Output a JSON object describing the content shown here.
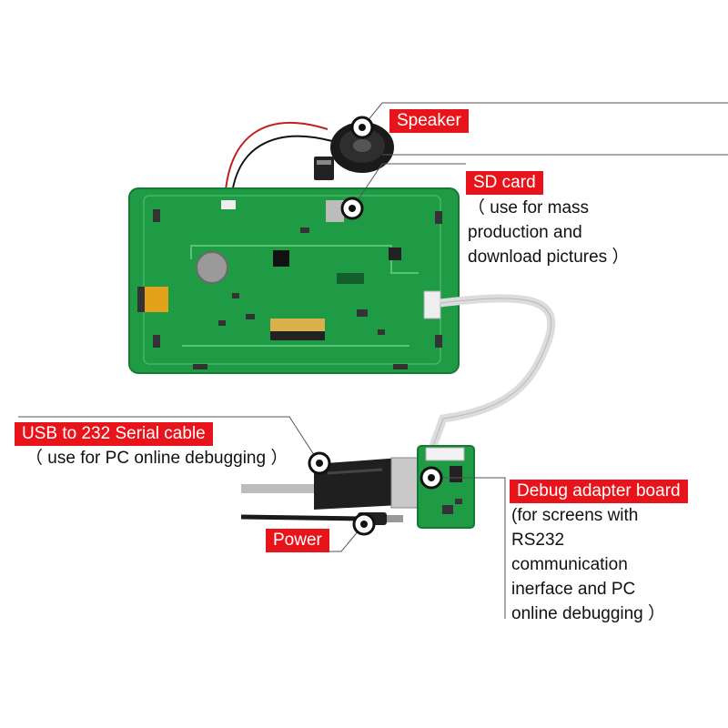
{
  "colors": {
    "label_bg": "#e8141b",
    "label_text": "#ffffff",
    "pcb_green": "#1f9a45",
    "pcb_dark": "#137a34",
    "leader_line": "#555555"
  },
  "callouts": {
    "speaker": {
      "label": "Speaker"
    },
    "sd_card": {
      "label": "SD card",
      "note_lines": [
        "（ use for mass",
        "production and",
        "download pictures ）"
      ]
    },
    "usb_cable": {
      "label": "USB to 232 Serial cable",
      "note_lines": [
        "（ use for PC online debugging ）"
      ]
    },
    "debug_board": {
      "label": "Debug adapter board",
      "note_lines": [
        "(for screens with",
        "RS232",
        "communication",
        "inerface and PC",
        "online debugging ）"
      ]
    },
    "power": {
      "label": "Power"
    }
  },
  "icons": {
    "marker": "target-dot-icon"
  }
}
